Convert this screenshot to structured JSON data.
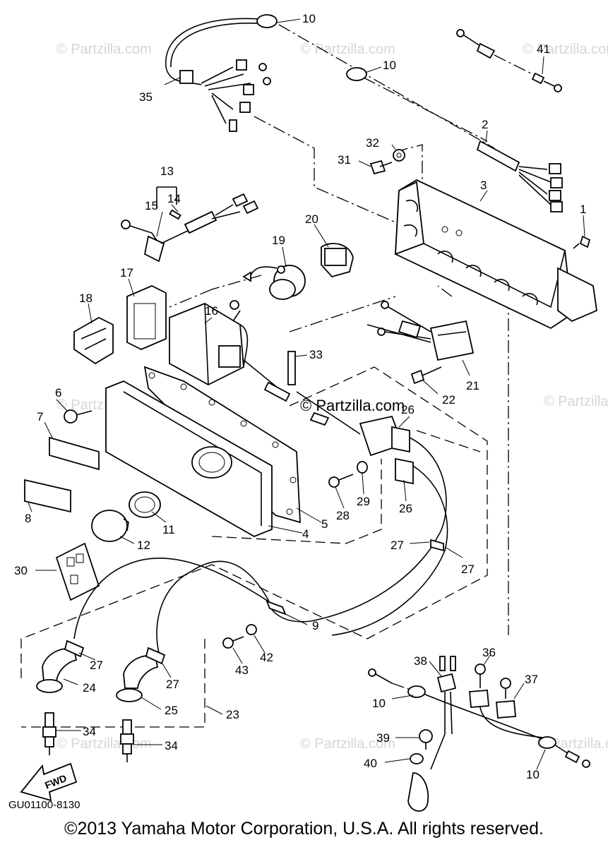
{
  "callouts": [
    "10",
    "10",
    "41",
    "35",
    "2",
    "32",
    "31",
    "3",
    "1",
    "13",
    "14",
    "15",
    "20",
    "19",
    "17",
    "18",
    "16",
    "33",
    "21",
    "22",
    "6",
    "7",
    "26",
    "8",
    "28",
    "29",
    "26",
    "5",
    "11",
    "12",
    "4",
    "27",
    "27",
    "30",
    "9",
    "42",
    "43",
    "27",
    "24",
    "27",
    "25",
    "23",
    "38",
    "36",
    "37",
    "10",
    "34",
    "39",
    "40",
    "34",
    "10"
  ],
  "watermark": "© Partzilla.com",
  "fwd_label": "FWD",
  "diagram_code": "GU01100-8130",
  "copyright": "©2013 Yamaha Motor Corporation, U.S.A. All rights reserved."
}
